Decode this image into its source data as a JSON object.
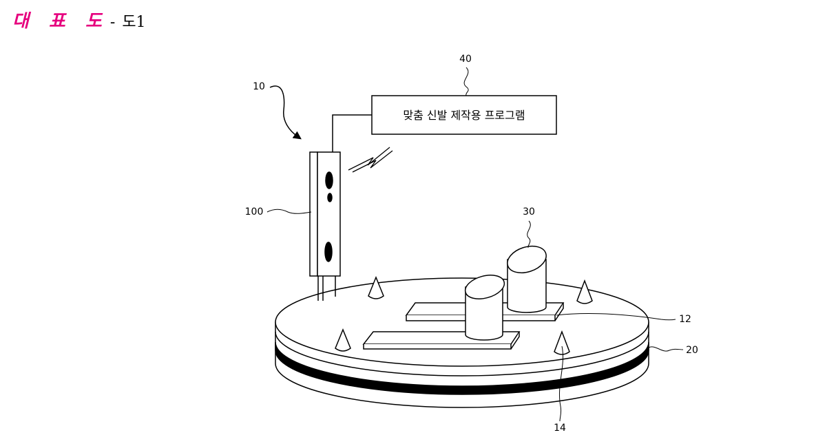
{
  "header": {
    "title": "대 표 도",
    "separator": "-",
    "figure": "도1",
    "title_color": "#e6007e"
  },
  "figure": {
    "labels": {
      "system": "10",
      "program": "40",
      "scanner": "100",
      "cylinder": "30",
      "plate": "12",
      "turntable": "20",
      "cone": "14"
    },
    "program_box_text": "맞춤 신발 제작용 프로그램"
  }
}
